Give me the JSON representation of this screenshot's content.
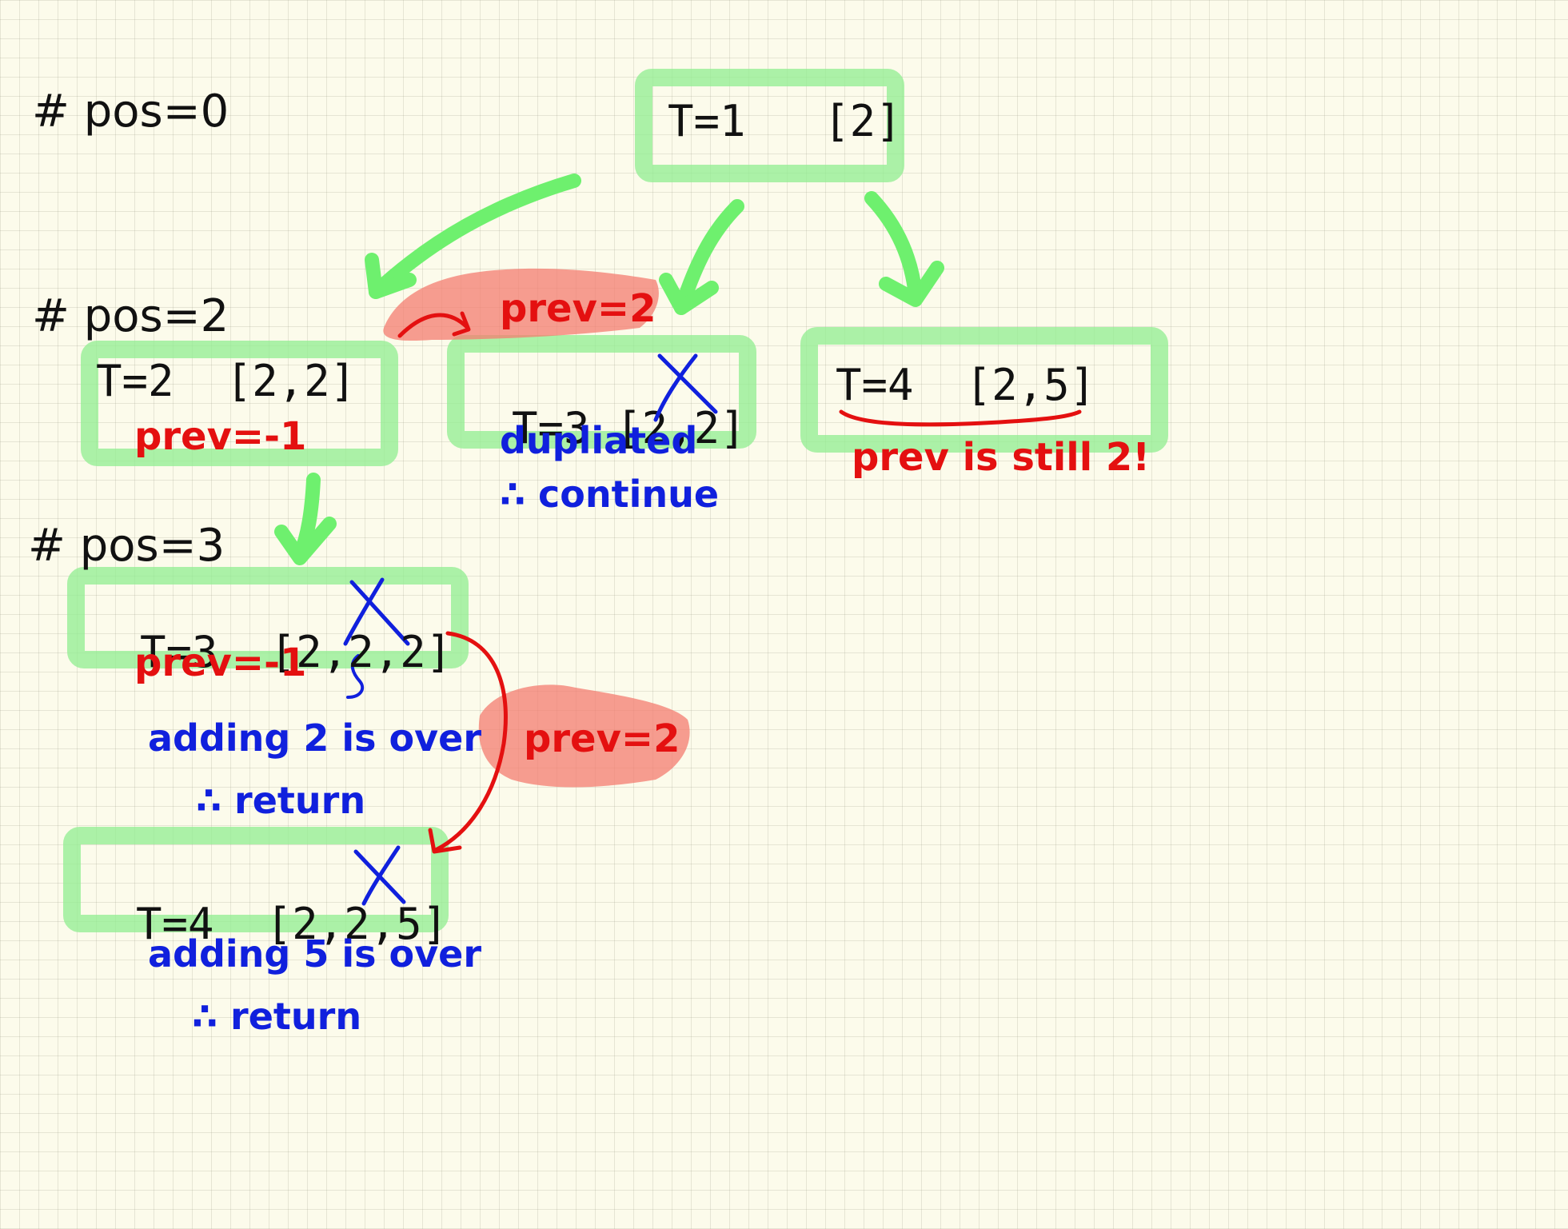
{
  "colors": {
    "background": "#fcfbeb",
    "box": "#90ee90",
    "arrow_green": "#6ef06e",
    "ink_black": "#111111",
    "ink_red": "#e41010",
    "ink_blue": "#1020dd",
    "highlight_red": "#f47c70"
  },
  "headers": {
    "pos0": "# pos=0",
    "pos2": "# pos=2",
    "pos3": "# pos=3"
  },
  "nodes": {
    "root": {
      "label": "T=1   [2]"
    },
    "left": {
      "label": "T=2  [2,2]",
      "note": "prev=-1"
    },
    "middle": {
      "label": "T=3 [2,",
      "crossed": "2",
      "close": "]",
      "note1": "dupliated",
      "note2": "∴ continue"
    },
    "right": {
      "label": "T=4  [2,5]",
      "note": "prev is still 2!"
    },
    "pos3_first": {
      "label": "T=3  [2,2,",
      "crossed": "2",
      "close": "]",
      "note": "prev=-1",
      "explain1": "adding 2 is over",
      "explain2": "∴ return"
    },
    "pos3_second": {
      "label": "T=4  [2,2,",
      "crossed": "5",
      "close": "]",
      "explain1": "adding 5 is over",
      "explain2": "∴ return"
    }
  },
  "annotations": {
    "top_prev": "prev=2",
    "side_prev": "prev=2"
  }
}
